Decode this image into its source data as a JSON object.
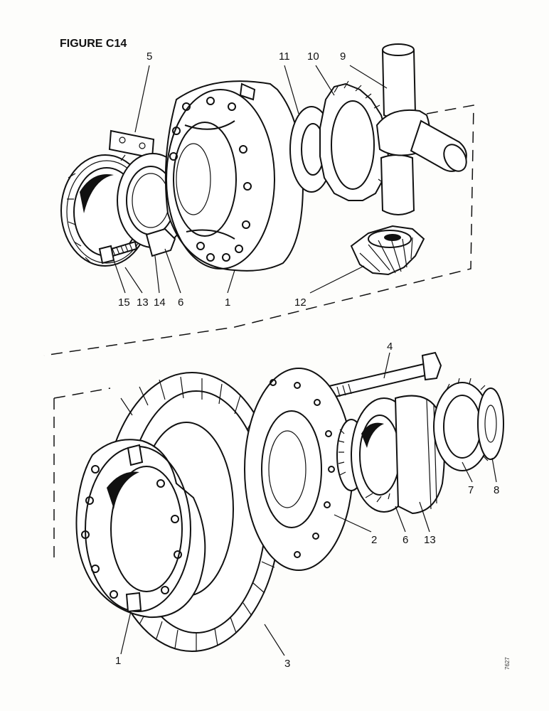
{
  "figure": {
    "title": "FIGURE C14",
    "reference": "7627"
  },
  "upper_assembly": {
    "labels": {
      "housing": "1",
      "lock_tab": "5",
      "thrust_washer": "11",
      "side_gear": "10",
      "spider": "9",
      "pinion": "12",
      "locking_screw": "15",
      "adjusting_nut": "13",
      "lock_plate": "14",
      "bearing": "6"
    }
  },
  "lower_assembly": {
    "labels": {
      "carrier_half": "1",
      "crown_wheel": "3",
      "bolt": "4",
      "flange": "2",
      "bearing": "6",
      "adjusting_ring": "13",
      "gear": "7",
      "cap": "8"
    }
  }
}
